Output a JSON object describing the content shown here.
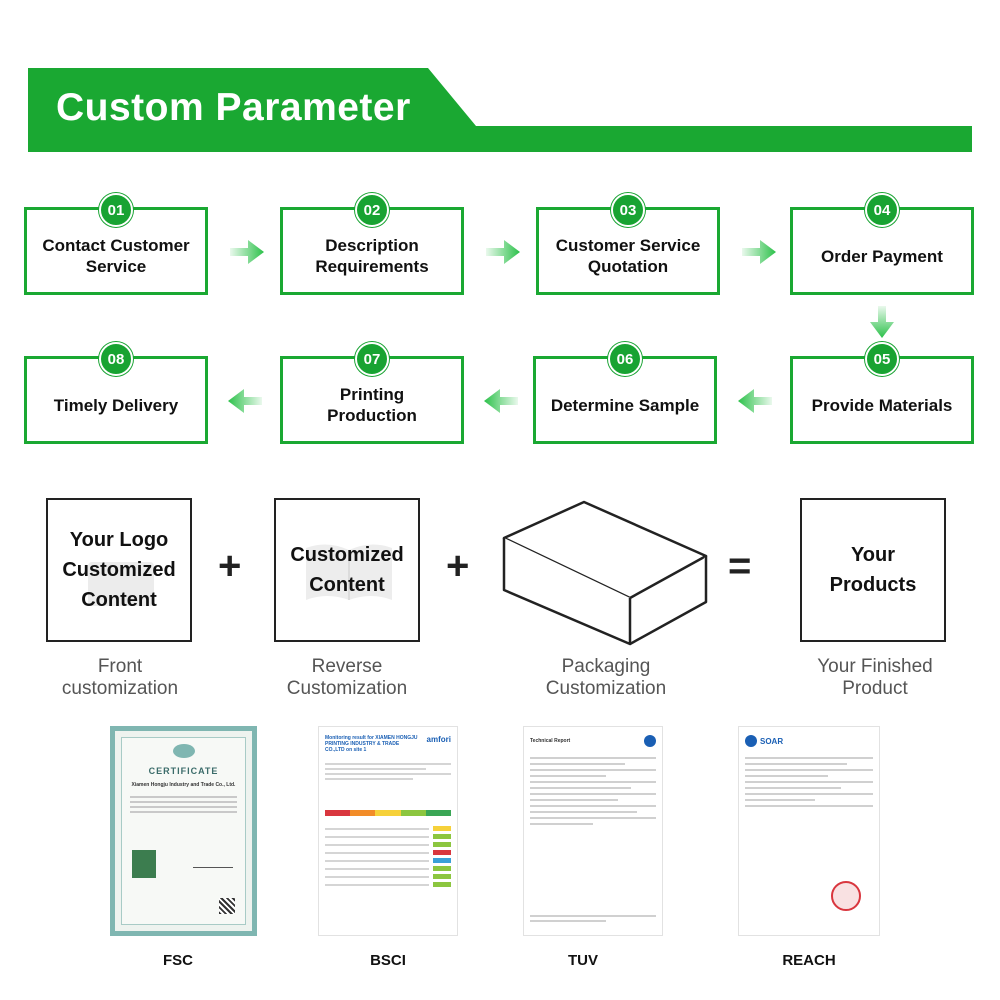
{
  "header": {
    "title": "Custom Parameter"
  },
  "colors": {
    "accent_green": "#1aa832",
    "badge_green": "#18a332",
    "arrow_green": "#2cc14a"
  },
  "steps": [
    {
      "num": "01",
      "label": "Contact Customer Service"
    },
    {
      "num": "02",
      "label": "Description Requirements"
    },
    {
      "num": "03",
      "label": "Customer Service Quotation"
    },
    {
      "num": "04",
      "label": "Order Payment"
    },
    {
      "num": "05",
      "label": "Provide Materials"
    },
    {
      "num": "06",
      "label": "Determine Sample"
    },
    {
      "num": "07",
      "label": "Printing Production"
    },
    {
      "num": "08",
      "label": "Timely Delivery"
    }
  ],
  "equation": {
    "box1": {
      "line1": "Your Logo",
      "line2": "Customized",
      "line3": "Content",
      "caption1": "Front",
      "caption2": "customization"
    },
    "plus1": "+",
    "box2": {
      "line1": "Customized",
      "line2": "Content",
      "caption1": "Reverse",
      "caption2": "Customization"
    },
    "plus2": "+",
    "box3": {
      "caption1": "Packaging",
      "caption2": "Customization"
    },
    "equals": "=",
    "box4": {
      "line1": "Your",
      "line2": "Products",
      "caption1": "Your Finished",
      "caption2": "Product"
    }
  },
  "certificates": [
    {
      "name": "FSC",
      "heading": "CERTIFICATE",
      "company": "Xiamen Hongju Industry and Trade Co., Ltd."
    },
    {
      "name": "BSCI",
      "heading": "Monitoring result for XIAMEN HONGJU PRINTING INDUSTRY & TRADE CO.,LTD on site 1",
      "brand": "amfori"
    },
    {
      "name": "TUV",
      "heading": "Technical Report"
    },
    {
      "name": "REACH",
      "heading": "SOAR"
    }
  ]
}
